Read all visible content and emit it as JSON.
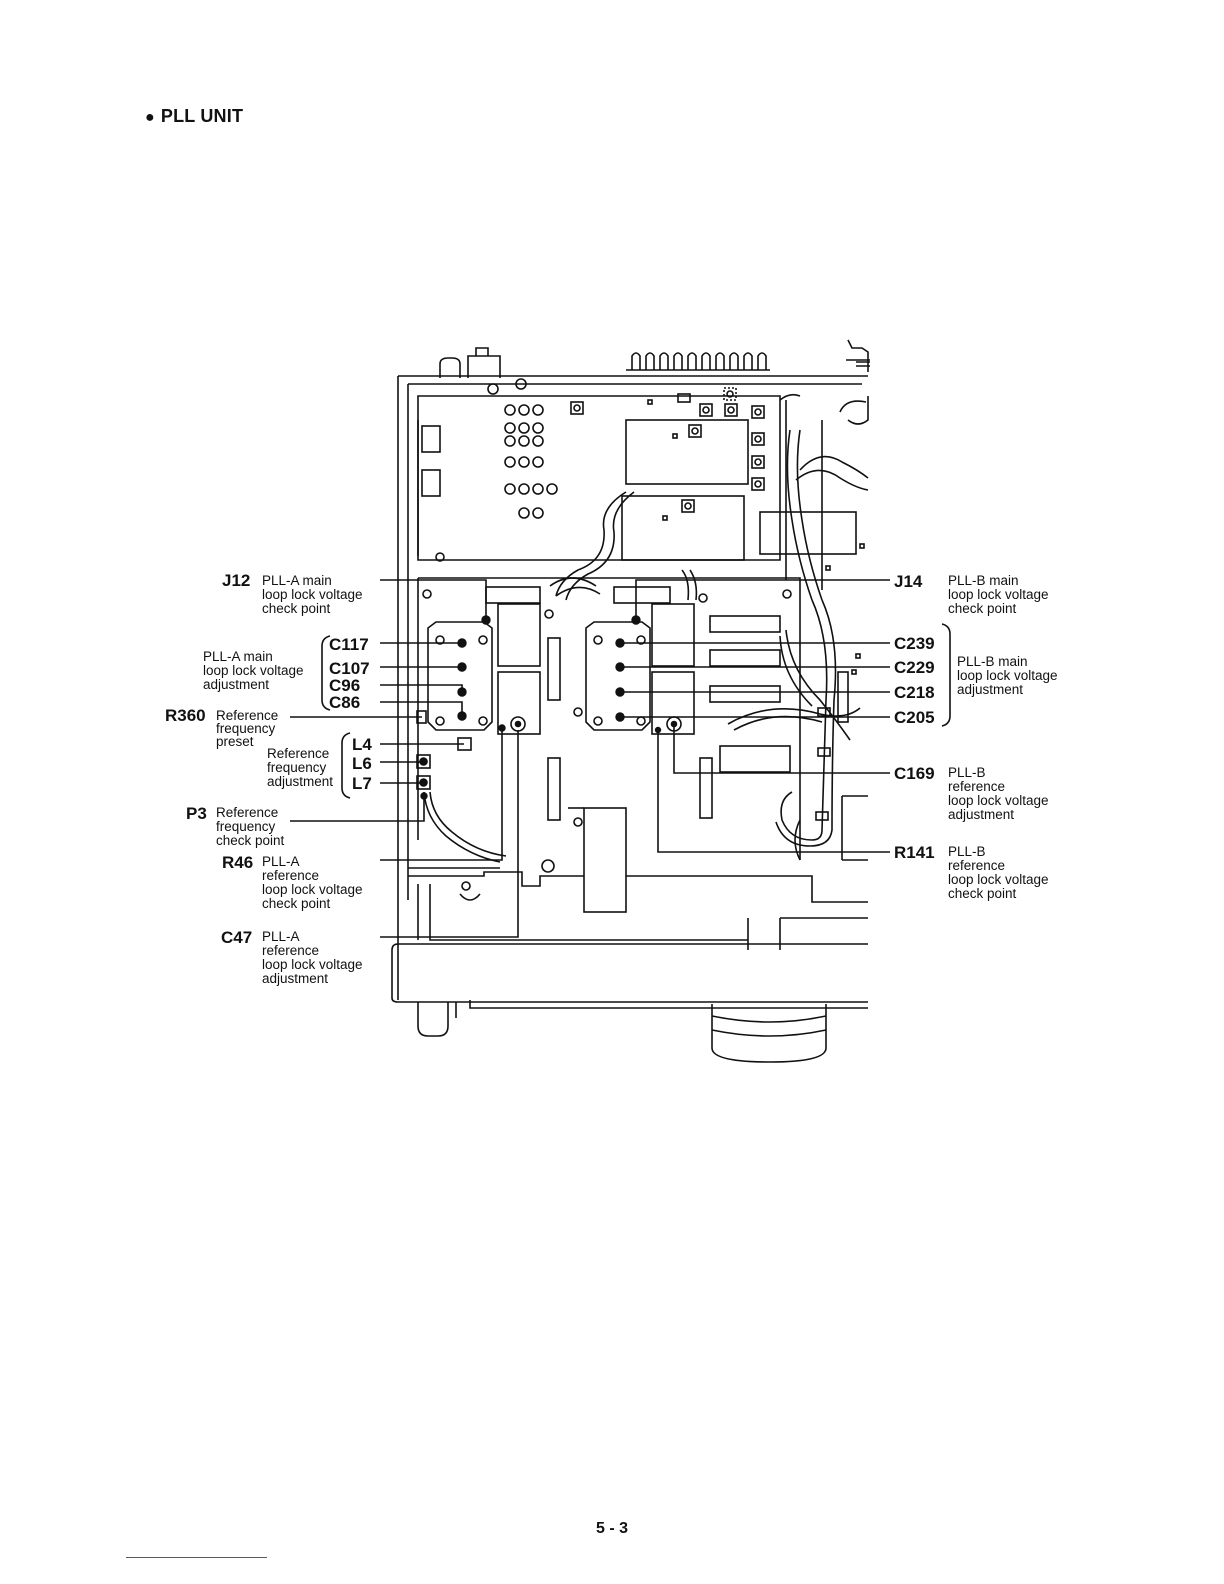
{
  "header": {
    "bullet": "●",
    "title": "PLL UNIT"
  },
  "callouts": {
    "J12": {
      "ref": "J12",
      "desc": [
        "PLL-A main",
        "loop lock voltage",
        "check point"
      ]
    },
    "pllA_adj": {
      "desc": [
        "PLL-A main",
        "loop lock voltage",
        "adjustment"
      ],
      "refs": [
        "C117",
        "C107",
        "C96",
        "C86"
      ]
    },
    "R360": {
      "ref": "R360",
      "desc": [
        "Reference",
        "frequency",
        "preset"
      ]
    },
    "Lgroup": {
      "desc": [
        "Reference",
        "frequency",
        "adjustment"
      ],
      "refs": [
        "L4",
        "L6",
        "L7"
      ]
    },
    "P3": {
      "ref": "P3",
      "desc": [
        "Reference",
        "frequency",
        "check point"
      ]
    },
    "R46": {
      "ref": "R46",
      "desc": [
        "PLL-A",
        "reference",
        "loop lock voltage",
        "check point"
      ]
    },
    "C47": {
      "ref": "C47",
      "desc": [
        "PLL-A",
        "reference",
        "loop lock voltage",
        "adjustment"
      ]
    },
    "J14": {
      "ref": "J14",
      "desc": [
        "PLL-B main",
        "loop lock voltage",
        "check point"
      ]
    },
    "pllB_adj": {
      "desc": [
        "PLL-B main",
        "loop lock voltage",
        "adjustment"
      ],
      "refs": [
        "C239",
        "C229",
        "C218",
        "C205"
      ]
    },
    "C169": {
      "ref": "C169",
      "desc": [
        "PLL-B",
        "reference",
        "loop lock voltage",
        "adjustment"
      ]
    },
    "R141": {
      "ref": "R141",
      "desc": [
        "PLL-B",
        "reference",
        "loop lock voltage",
        "check point"
      ]
    }
  },
  "footer": {
    "page_number": "5 - 3"
  }
}
